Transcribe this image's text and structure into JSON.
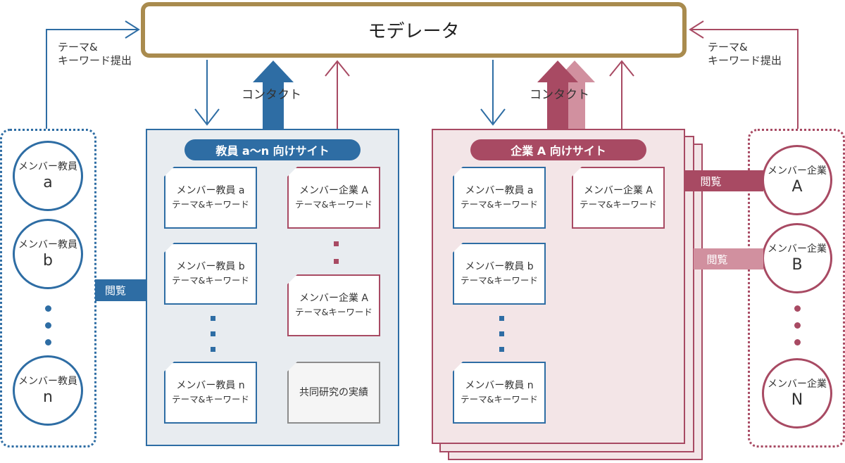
{
  "moderator": {
    "label": "モデレータ"
  },
  "contact_labels": {
    "left": "コンタクト",
    "right": "コンタクト"
  },
  "submit_labels": {
    "left": [
      "テーマ&",
      "キーワード提出"
    ],
    "right": [
      "テーマ&",
      "キーワード提出"
    ]
  },
  "faculty_site": {
    "title": "教員 a〜n 向けサイト",
    "faculty_cards": [
      {
        "line1": "メンバー教員 a",
        "line2": "テーマ&キーワード"
      },
      {
        "line1": "メンバー教員 b",
        "line2": "テーマ&キーワード"
      },
      {
        "line1": "メンバー教員 n",
        "line2": "テーマ&キーワード"
      }
    ],
    "company_cards": [
      {
        "line1": "メンバー企業 A",
        "line2": "テーマ&キーワード"
      },
      {
        "line1": "メンバー企業 A",
        "line2": "テーマ&キーワード"
      }
    ],
    "results_card": "共同研究の実績"
  },
  "company_site": {
    "title": "企業 A 向けサイト",
    "faculty_cards": [
      {
        "line1": "メンバー教員 a",
        "line2": "テーマ&キーワード"
      },
      {
        "line1": "メンバー教員 b",
        "line2": "テーマ&キーワード"
      },
      {
        "line1": "メンバー教員 n",
        "line2": "テーマ&キーワード"
      }
    ],
    "company_card": {
      "line1": "メンバー企業 A",
      "line2": "テーマ&キーワード"
    }
  },
  "faculty_members": [
    {
      "label": "メンバー教員",
      "id": "a"
    },
    {
      "label": "メンバー教員",
      "id": "b"
    },
    {
      "label": "メンバー教員",
      "id": "n"
    }
  ],
  "company_members": [
    {
      "label": "メンバー企業",
      "id": "A"
    },
    {
      "label": "メンバー企業",
      "id": "B"
    },
    {
      "label": "メンバー企業",
      "id": "N"
    }
  ],
  "browse_labels": {
    "faculty": "閲覧",
    "company_a": "閲覧",
    "company_b": "閲覧"
  },
  "colors": {
    "faculty_blue": "#2E6DA4",
    "company_rose": "#A84A63",
    "company_rose_light": "#D1909F",
    "moderator_gold": "#A98B4E"
  }
}
